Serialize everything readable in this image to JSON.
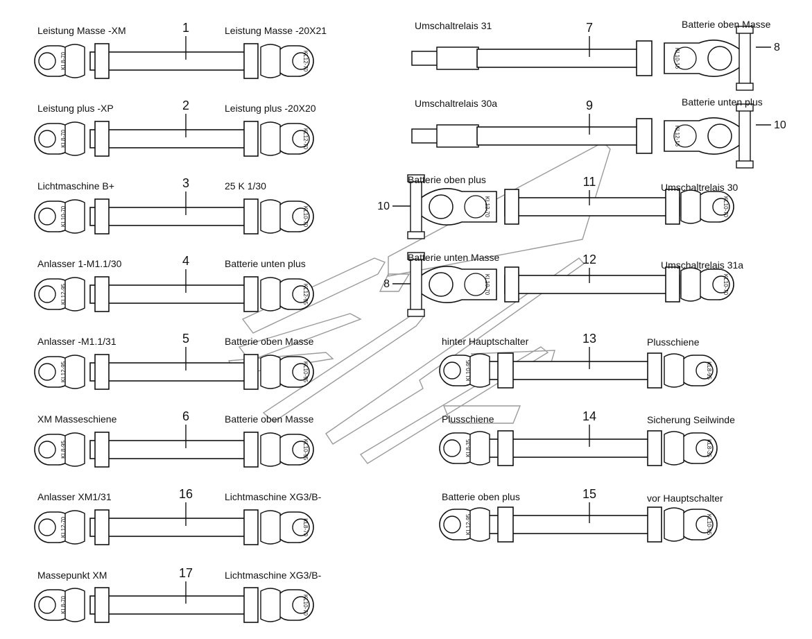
{
  "cables": [
    {
      "num": "1",
      "left_label": "Leistung Masse -XM",
      "right_label": "Leistung Masse -20X21",
      "left_term": "KL8-70",
      "right_term": "KL12-70"
    },
    {
      "num": "2",
      "left_label": "Leistung plus -XP",
      "right_label": "Leistung plus -20X20",
      "left_term": "KL8-70",
      "right_term": "KL12-70"
    },
    {
      "num": "3",
      "left_label": "Lichtmaschine B+",
      "right_label": "25 K 1/30",
      "left_term": "KL10-70",
      "right_term": "KL10-70"
    },
    {
      "num": "4",
      "left_label": "Anlasser 1-M1.1/30",
      "right_label": "Batterie unten plus",
      "left_term": "KL12-95",
      "right_term": "KL12-95"
    },
    {
      "num": "5",
      "left_label": "Anlasser -M1.1/31",
      "right_label": "Batterie oben Masse",
      "left_term": "KL12-95",
      "right_term": "KL10-95"
    },
    {
      "num": "6",
      "left_label": "XM Masseschiene",
      "right_label": "Batterie oben Masse",
      "left_term": "KL8-95",
      "right_term": "KL10-95"
    },
    {
      "num": "16",
      "left_label": "Anlasser XM1/31",
      "right_label": "Lichtmaschine XG3/B-",
      "left_term": "KL12-70",
      "right_term": "KL8-70"
    },
    {
      "num": "17",
      "left_label": "Massepunkt XM",
      "right_label": "Lichtmaschine XG3/B-",
      "left_term": "KL8-70",
      "right_term": "KL10-70"
    },
    {
      "num": "7",
      "left_label": "Umschaltrelais 31",
      "right_label": "Batterie oben Masse",
      "clamp_term": "KL10-16",
      "clamp_callout": "8"
    },
    {
      "num": "9",
      "left_label": "Umschaltrelais 30a",
      "right_label": "Batterie unten plus",
      "clamp_term": "KL12-16",
      "clamp_callout": "10"
    },
    {
      "num": "11",
      "left_label": "Batterie oben plus",
      "right_label": "Umschaltrelais 30",
      "clamp_term": "KL12-70",
      "right_term": "KL10-70",
      "clamp_callout": "10"
    },
    {
      "num": "12",
      "left_label": "Batterie unten Masse",
      "right_label": "Umschaltrelais 31a",
      "clamp_term": "KL10-70",
      "right_term": "KL10-70",
      "clamp_callout": "8"
    },
    {
      "num": "13",
      "left_label": "hinter Hauptschalter",
      "right_label": "Plusschiene",
      "left_term": "KL10-95",
      "right_term": "KL8-95"
    },
    {
      "num": "14",
      "left_label": "Plusschiene",
      "right_label": "Sicherung Seilwinde",
      "left_term": "KL8-35",
      "right_term": "KL8-35"
    },
    {
      "num": "15",
      "left_label": "Batterie oben plus",
      "right_label": "vor Hauptschalter",
      "left_term": "KL12-95",
      "right_term": "KL10-95"
    }
  ],
  "colors": {
    "line": "#111111",
    "watermark": "#9a9a9a"
  }
}
